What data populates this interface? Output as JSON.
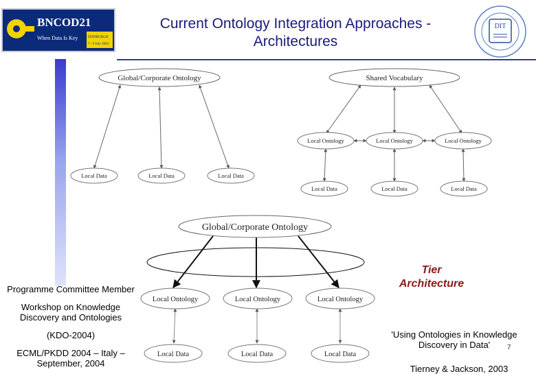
{
  "slide": {
    "title": "Current Ontology Integration Approaches - Architectures",
    "page_number": "7"
  },
  "logos": {
    "left_name": "BNCOD21",
    "left_tagline": "When Data Is Key",
    "left_badge_line1": "EDINBURGH",
    "left_badge_line2": "7 - 9 July 2004",
    "right_name": "DIT"
  },
  "diagram_global": {
    "root": "Global/Corporate Ontology",
    "data_nodes": [
      "Local Data",
      "Local Data",
      "Local Data"
    ]
  },
  "diagram_shared": {
    "root": "Shared Vocabulary",
    "ontology_nodes": [
      "Local Ontology",
      "Local Ontology",
      "Local Ontology"
    ],
    "data_nodes": [
      "Local Data",
      "Local Data",
      "Local Data"
    ]
  },
  "diagram_tier": {
    "root": "Global/Corporate Ontology",
    "ontology_nodes": [
      "Local Ontology",
      "Local Ontology",
      "Local Ontology"
    ],
    "data_nodes": [
      "Local Data",
      "Local Data",
      "Local Data"
    ]
  },
  "left_text": {
    "line1": "Programme Committee Member",
    "line2": "Workshop on Knowledge Discovery and Ontologies",
    "line3": "(KDO-2004)",
    "line4": "ECML/PKDD 2004 – Italy – September, 2004"
  },
  "tier_label": "Tier Architecture",
  "quote": {
    "text": "'Using Ontologies in Knowledge Discovery in Data'",
    "footer": "Tierney & Jackson, 2003"
  },
  "colors": {
    "title": "#1a1a7a",
    "tier_label": "#8b1a1a",
    "left_bar_top": "#3b3bcf"
  }
}
